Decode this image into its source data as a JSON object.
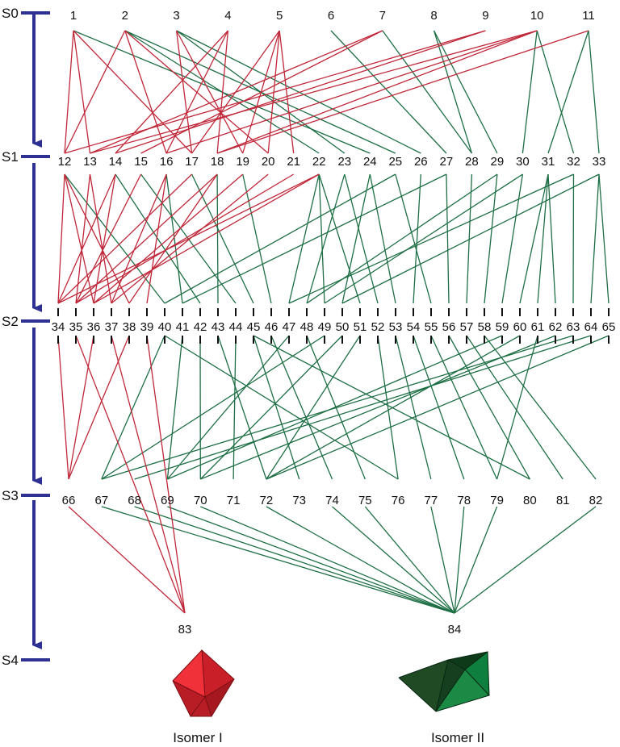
{
  "colors": {
    "axis": "#2e3192",
    "isomer_I_edge": "#c0283a",
    "isomer_II_edge": "#1e6f45",
    "tick": "#111111",
    "isomer_I_shape": "#e8262d",
    "isomer_II_shape": "#1a6b3a"
  },
  "stages": [
    "S0",
    "S1",
    "S2",
    "S3",
    "S4"
  ],
  "levels": [
    {
      "stage": 0,
      "nodes": [
        "1",
        "2",
        "3",
        "4",
        "5",
        "6",
        "7",
        "8",
        "9",
        "10",
        "11"
      ]
    },
    {
      "stage": 1,
      "nodes": [
        "12",
        "13",
        "14",
        "15",
        "16",
        "17",
        "18",
        "19",
        "20",
        "21",
        "22",
        "23",
        "24",
        "25",
        "26",
        "27",
        "28",
        "29",
        "30",
        "31",
        "32",
        "33"
      ]
    },
    {
      "stage": 2,
      "nodes": [
        "34",
        "35",
        "36",
        "37",
        "38",
        "39",
        "40",
        "41",
        "42",
        "43",
        "44",
        "45",
        "46",
        "47",
        "48",
        "49",
        "50",
        "51",
        "52",
        "53",
        "54",
        "55",
        "56",
        "57",
        "58",
        "59",
        "60",
        "61",
        "62",
        "63",
        "64",
        "65"
      ]
    },
    {
      "stage": 3,
      "nodes": [
        "66",
        "67",
        "68",
        "69",
        "70",
        "71",
        "72",
        "73",
        "74",
        "75",
        "76",
        "77",
        "78",
        "79",
        "80",
        "81",
        "82"
      ]
    },
    {
      "stage": 4,
      "nodes": [
        "83",
        "84"
      ]
    }
  ],
  "isomers": [
    {
      "node": "83",
      "caption": "Isomer I",
      "icon": "red-octahedron-icon"
    },
    {
      "node": "84",
      "caption": "Isomer II",
      "icon": "green-polyhedron-icon"
    }
  ],
  "edges": {
    "red": [
      [
        "1",
        "12"
      ],
      [
        "1",
        "13"
      ],
      [
        "1",
        "17"
      ],
      [
        "2",
        "12"
      ],
      [
        "2",
        "16"
      ],
      [
        "2",
        "20"
      ],
      [
        "3",
        "17"
      ],
      [
        "3",
        "19"
      ],
      [
        "4",
        "14"
      ],
      [
        "4",
        "16"
      ],
      [
        "4",
        "18"
      ],
      [
        "5",
        "17"
      ],
      [
        "5",
        "19"
      ],
      [
        "5",
        "20"
      ],
      [
        "5",
        "21"
      ],
      [
        "7",
        "13"
      ],
      [
        "7",
        "15"
      ],
      [
        "9",
        "12"
      ],
      [
        "9",
        "14"
      ],
      [
        "10",
        "13"
      ],
      [
        "10",
        "16"
      ],
      [
        "10",
        "18"
      ],
      [
        "11",
        "18"
      ],
      [
        "12",
        "34"
      ],
      [
        "12",
        "36"
      ],
      [
        "12",
        "38"
      ],
      [
        "13",
        "35"
      ],
      [
        "13",
        "37"
      ],
      [
        "14",
        "34"
      ],
      [
        "14",
        "36"
      ],
      [
        "15",
        "35"
      ],
      [
        "16",
        "37"
      ],
      [
        "16",
        "39"
      ],
      [
        "17",
        "34"
      ],
      [
        "18",
        "35"
      ],
      [
        "18",
        "38"
      ],
      [
        "19",
        "36"
      ],
      [
        "20",
        "37"
      ],
      [
        "21",
        "35"
      ],
      [
        "22",
        "34"
      ],
      [
        "22",
        "36"
      ],
      [
        "34",
        "66"
      ],
      [
        "35",
        "83"
      ],
      [
        "36",
        "66"
      ],
      [
        "37",
        "83"
      ],
      [
        "38",
        "66"
      ],
      [
        "39",
        "83"
      ],
      [
        "66",
        "83"
      ]
    ],
    "green": [
      [
        "1",
        "24"
      ],
      [
        "2",
        "22"
      ],
      [
        "2",
        "25"
      ],
      [
        "3",
        "23"
      ],
      [
        "3",
        "26"
      ],
      [
        "6",
        "27"
      ],
      [
        "7",
        "28"
      ],
      [
        "8",
        "28"
      ],
      [
        "8",
        "29"
      ],
      [
        "10",
        "30"
      ],
      [
        "10",
        "32"
      ],
      [
        "11",
        "31"
      ],
      [
        "11",
        "33"
      ],
      [
        "12",
        "40"
      ],
      [
        "14",
        "42"
      ],
      [
        "15",
        "44"
      ],
      [
        "16",
        "41"
      ],
      [
        "17",
        "45"
      ],
      [
        "18",
        "43"
      ],
      [
        "19",
        "46"
      ],
      [
        "22",
        "47"
      ],
      [
        "22",
        "49"
      ],
      [
        "22",
        "51"
      ],
      [
        "23",
        "48"
      ],
      [
        "23",
        "52"
      ],
      [
        "24",
        "50"
      ],
      [
        "24",
        "53"
      ],
      [
        "25",
        "55"
      ],
      [
        "26",
        "54"
      ],
      [
        "27",
        "56"
      ],
      [
        "28",
        "57"
      ],
      [
        "29",
        "58"
      ],
      [
        "29",
        "48"
      ],
      [
        "30",
        "59"
      ],
      [
        "30",
        "49"
      ],
      [
        "31",
        "60"
      ],
      [
        "31",
        "61"
      ],
      [
        "31",
        "62"
      ],
      [
        "32",
        "63"
      ],
      [
        "32",
        "47"
      ],
      [
        "33",
        "64"
      ],
      [
        "33",
        "65"
      ],
      [
        "33",
        "50"
      ],
      [
        "25",
        "40"
      ],
      [
        "27",
        "41"
      ],
      [
        "40",
        "67"
      ],
      [
        "41",
        "69"
      ],
      [
        "42",
        "70"
      ],
      [
        "43",
        "72"
      ],
      [
        "44",
        "71"
      ],
      [
        "45",
        "73"
      ],
      [
        "46",
        "74"
      ],
      [
        "47",
        "69"
      ],
      [
        "48",
        "75"
      ],
      [
        "49",
        "67"
      ],
      [
        "50",
        "70"
      ],
      [
        "51",
        "72"
      ],
      [
        "52",
        "76"
      ],
      [
        "53",
        "77"
      ],
      [
        "54",
        "78"
      ],
      [
        "55",
        "79"
      ],
      [
        "56",
        "80"
      ],
      [
        "57",
        "81"
      ],
      [
        "58",
        "82"
      ],
      [
        "59",
        "69"
      ],
      [
        "60",
        "72"
      ],
      [
        "61",
        "79"
      ],
      [
        "62",
        "70"
      ],
      [
        "63",
        "67"
      ],
      [
        "64",
        "68"
      ],
      [
        "65",
        "72"
      ],
      [
        "40",
        "76"
      ],
      [
        "45",
        "80"
      ],
      [
        "67",
        "84"
      ],
      [
        "68",
        "84"
      ],
      [
        "69",
        "84"
      ],
      [
        "70",
        "84"
      ],
      [
        "72",
        "84"
      ],
      [
        "74",
        "84"
      ],
      [
        "75",
        "84"
      ],
      [
        "77",
        "84"
      ],
      [
        "78",
        "84"
      ],
      [
        "79",
        "84"
      ],
      [
        "82",
        "84"
      ]
    ]
  }
}
